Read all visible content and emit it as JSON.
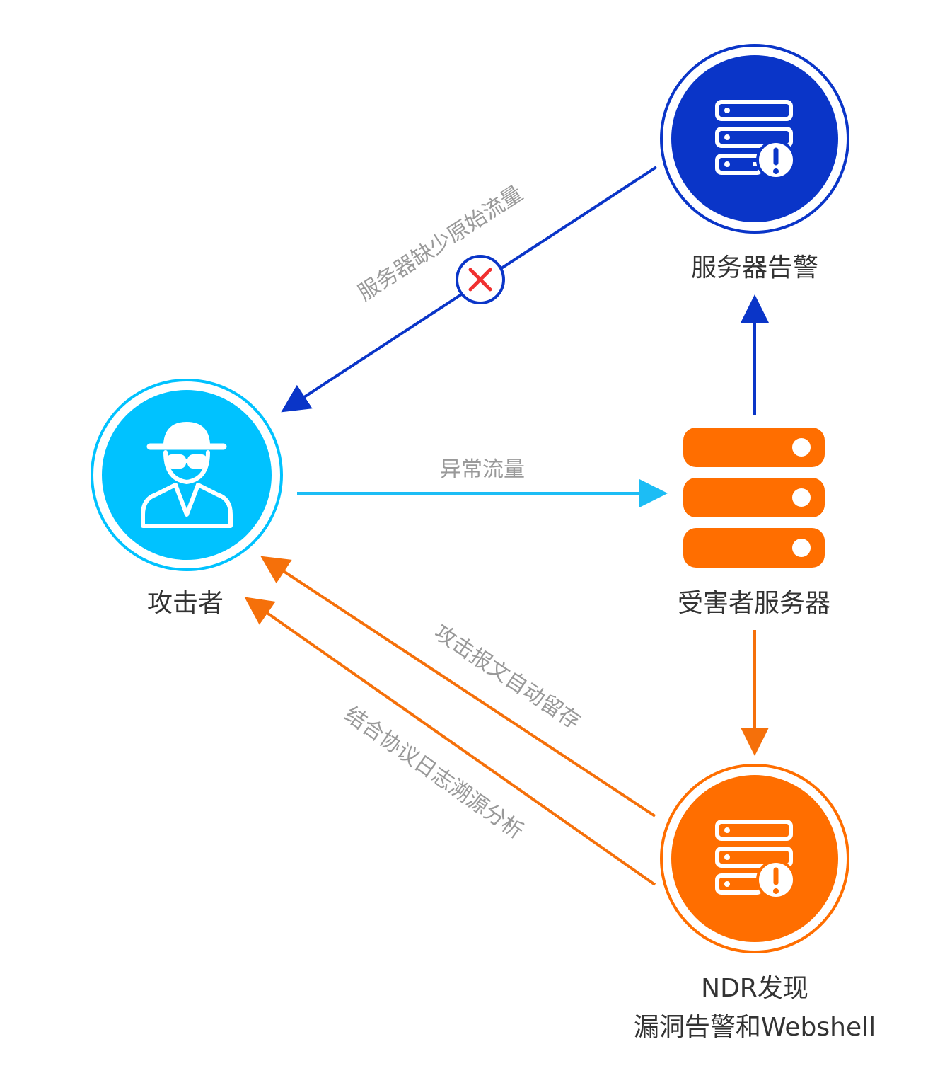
{
  "nodes": {
    "attacker": {
      "label": "攻击者",
      "icon": "spy-icon",
      "color": "#00C2FF"
    },
    "server_alert": {
      "label": "服务器告警",
      "icon": "server-alert-icon",
      "color": "#0A35C8"
    },
    "victim_server": {
      "label": "受害者服务器",
      "icon": "server-stack-icon",
      "color": "#FF6E00"
    },
    "ndr": {
      "label_line1": "NDR发现",
      "label_line2": "漏洞告警和Webshell",
      "icon": "server-alert-icon",
      "color": "#FF6E00"
    }
  },
  "edges": {
    "missing_traffic": {
      "label": "服务器缺少原始流量",
      "color": "#0A35C8",
      "marker": "x-icon",
      "marker_color": "#F03030"
    },
    "abnormal_traffic": {
      "label": "异常流量",
      "color": "#1CBDF5"
    },
    "auto_retain": {
      "label": "攻击报文自动留存",
      "color": "#F5700A"
    },
    "trace_analysis": {
      "label": "结合协议日志溯源分析",
      "color": "#F5700A"
    },
    "alert_up": {
      "color": "#0A35C8"
    },
    "ndr_down": {
      "color": "#F5700A"
    }
  }
}
